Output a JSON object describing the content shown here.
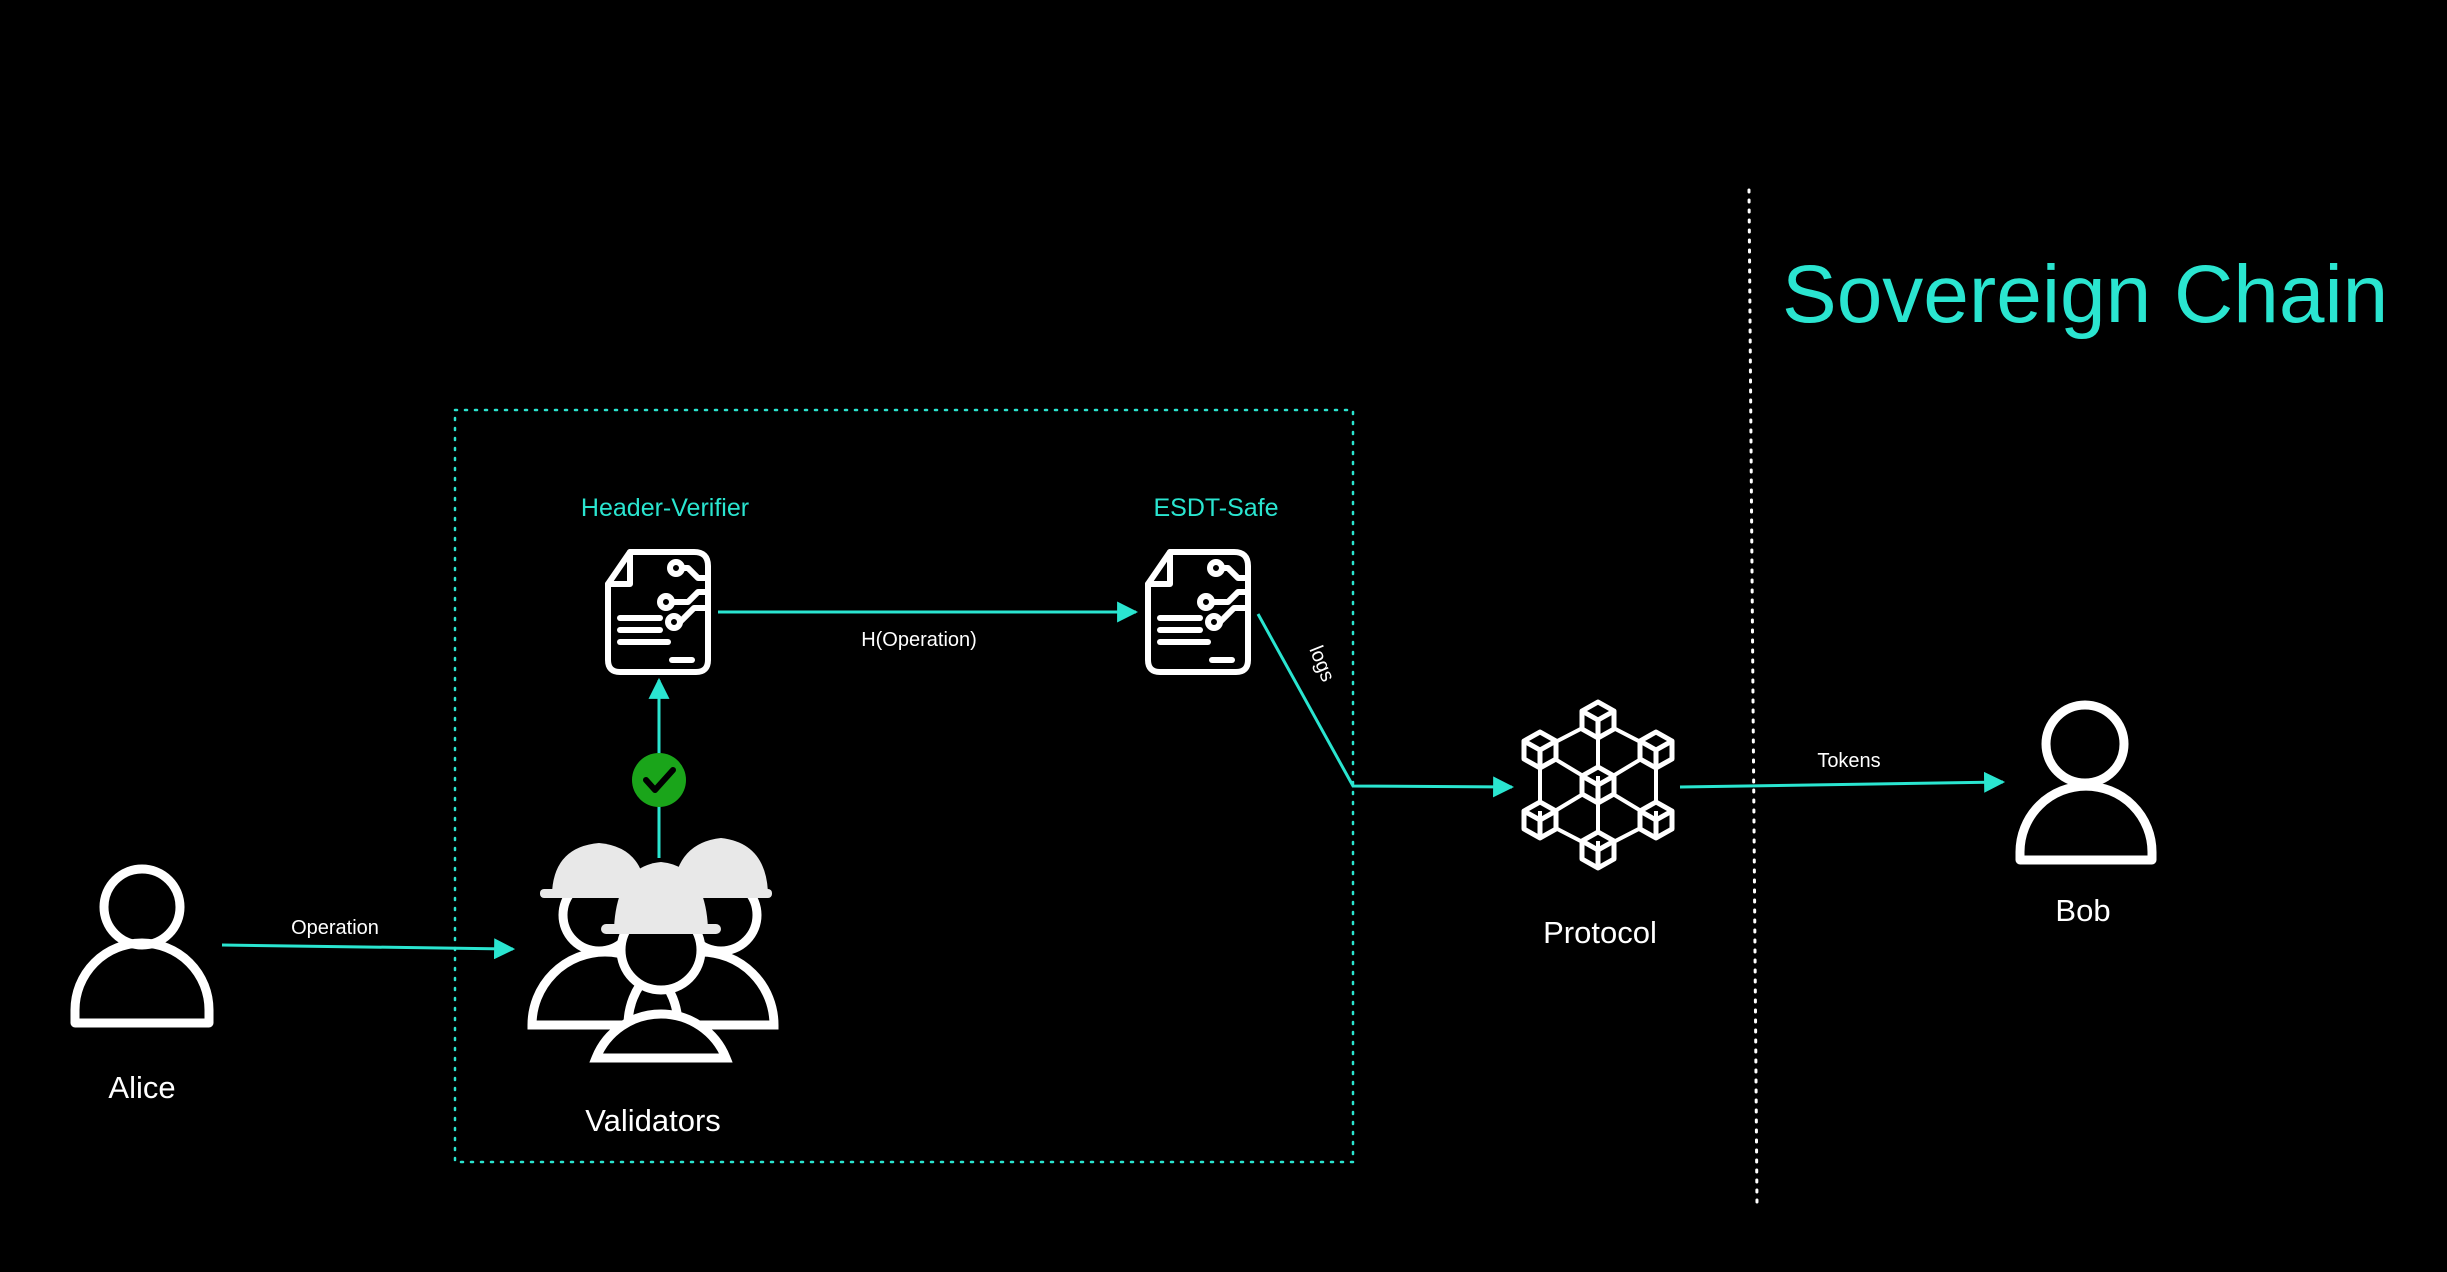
{
  "title": "Sovereign Chain",
  "nodes": {
    "alice": "Alice",
    "validators": "Validators",
    "header_verifier": "Header-Verifier",
    "esdt_safe": "ESDT-Safe",
    "protocol": "Protocol",
    "bob": "Bob"
  },
  "edges": {
    "operation": "Operation",
    "h_operation": "H(Operation)",
    "logs": "logs",
    "tokens": "Tokens"
  },
  "colors": {
    "accent": "#2ae5d0",
    "check": "#1aa51a",
    "foreground": "#ffffff",
    "background": "#000000"
  },
  "icons": [
    "person-icon",
    "validators-icon",
    "smart-contract-icon",
    "blockchain-network-icon",
    "checkmark-icon"
  ]
}
